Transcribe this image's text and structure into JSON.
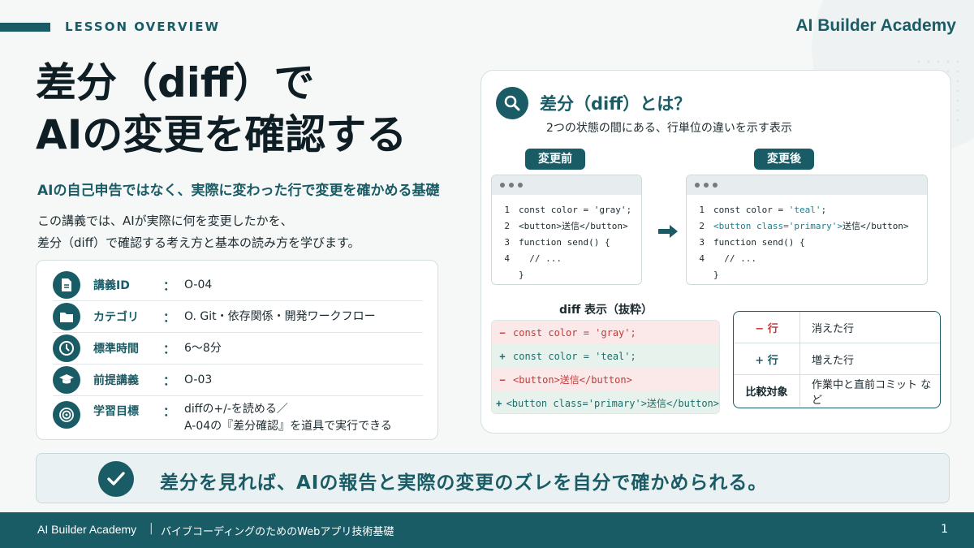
{
  "header": {
    "section_tag": "LESSON OVERVIEW",
    "brand": "AI Builder Academy"
  },
  "hero": {
    "title_line1": "差分（diff）で",
    "title_line2": "AIの変更を確認する",
    "subtitle": "AIの自己申告ではなく、実際に変わった行で変更を確かめる基礎",
    "intro_line1": "この講義では、AIが実際に何を変更したかを、",
    "intro_line2": "差分（diff）で確認する考え方と基本の読み方を学びます。"
  },
  "meta": {
    "colon": "：",
    "rows": [
      {
        "icon": "document-icon",
        "label": "講義ID",
        "value": "O-04"
      },
      {
        "icon": "folder-icon",
        "label": "カテゴリ",
        "value": "O. Git・依存関係・開発ワークフロー"
      },
      {
        "icon": "clock-icon",
        "label": "標準時間",
        "value": "6〜8分"
      },
      {
        "icon": "graduation-cap-icon",
        "label": "前提講義",
        "value": "O-03"
      },
      {
        "icon": "target-icon",
        "label": "学習目標",
        "value": "diffの+/-を読める／",
        "value2": "A-04の『差分確認』を道具で実行できる"
      }
    ]
  },
  "panel": {
    "icon": "search-icon",
    "title": "差分（diff）とは？",
    "description": "2つの状態の間にある、行単位の違いを示す表示",
    "before_label": "変更前",
    "after_label": "変更後",
    "before_code": [
      {
        "n": "1",
        "pre": "const color = 'gray';",
        "hl": "",
        "post": ""
      },
      {
        "n": "2",
        "pre": "<button>送信</button>",
        "hl": "",
        "post": ""
      },
      {
        "n": "3",
        "pre": "function send() {",
        "hl": "",
        "post": ""
      },
      {
        "n": "4",
        "pre": "  // ...",
        "hl": "",
        "post": ""
      },
      {
        "n": "",
        "pre": "}",
        "hl": "",
        "post": ""
      }
    ],
    "after_code": [
      {
        "n": "1",
        "pre": "const color = ",
        "hl": "'teal'",
        "post": ";"
      },
      {
        "n": "2",
        "pre": "",
        "hl": "<button class='primary'>",
        "post": "送信</button>"
      },
      {
        "n": "3",
        "pre": "function send() {",
        "hl": "",
        "post": ""
      },
      {
        "n": "4",
        "pre": "  // ...",
        "hl": "",
        "post": ""
      },
      {
        "n": "",
        "pre": "}",
        "hl": "",
        "post": ""
      }
    ],
    "arrow_icon": "arrow-right-icon",
    "diff_caption": "diff 表示（抜粋）",
    "diff_lines": [
      {
        "type": "del",
        "sign": "−",
        "text": "const color = 'gray';"
      },
      {
        "type": "add",
        "sign": "+",
        "text": "const color = 'teal';"
      },
      {
        "type": "del",
        "sign": "−",
        "text": "<button>送信</button>"
      },
      {
        "type": "add",
        "sign": "+",
        "text": "<button class='primary'>送信</button>"
      }
    ],
    "legend": [
      {
        "key": "− 行",
        "value": "消えた行",
        "color": "#c23a3a"
      },
      {
        "key": "+ 行",
        "value": "増えた行",
        "color": "#1a5c66"
      },
      {
        "key": "比較対象",
        "value": "作業中と直前コミット など",
        "color": "#16272e"
      }
    ]
  },
  "summary": {
    "icon": "check-circle-icon",
    "text": "差分を見れば、AIの報告と実際の変更のズレを自分で確かめられる。"
  },
  "footer": {
    "brand": "AI Builder Academy",
    "separator": "|",
    "course": "バイブコーディングのためのWebアプリ技術基礎",
    "page": "1"
  },
  "colors": {
    "accent": "#1a5c66",
    "deleted": "#c23a3a",
    "added_bg": "#e7f2ec",
    "deleted_bg": "#fbe8e8"
  }
}
